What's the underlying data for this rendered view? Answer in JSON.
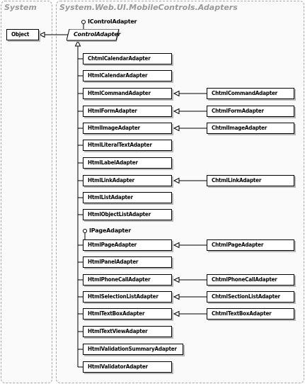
{
  "namespaces": {
    "system": "System",
    "adapters": "System.Web.UI.MobileControls.Adapters"
  },
  "interfaces": {
    "icontroladapter": "IControlAdapter",
    "ipageadapter": "IPageAdapter"
  },
  "base": {
    "object": "Object",
    "controladapter": "ControlAdapter"
  },
  "html_adapters": [
    "ChtmlCalendarAdapter",
    "HtmlCalendarAdapter",
    "HtmlCommandAdapter",
    "HtmlFormAdapter",
    "HtmlImageAdapter",
    "HtmlLiteralTextAdapter",
    "HtmlLabelAdapter",
    "HtmlLinkAdapter",
    "HtmlListAdapter",
    "HtmlObjectListAdapter",
    "HtmlPageAdapter",
    "HtmlPanelAdapter",
    "HtmlPhoneCallAdapter",
    "HtmlSelectionListAdapter",
    "HtmlTextBoxAdapter",
    "HtmlTextViewAdapter",
    "HtmlValidationSummaryAdapter",
    "HtmlValidatorAdapter"
  ],
  "chtml_adapters": [
    "ChtmlCommandAdapter",
    "ChtmlFormAdapter",
    "ChtmlImageAdapter",
    "ChtmlLinkAdapter",
    "ChtmlPageAdapter",
    "ChtmlPhoneCallAdapter",
    "ChtmlSectionListAdapter",
    "ChtmlTextBoxAdapter"
  ]
}
